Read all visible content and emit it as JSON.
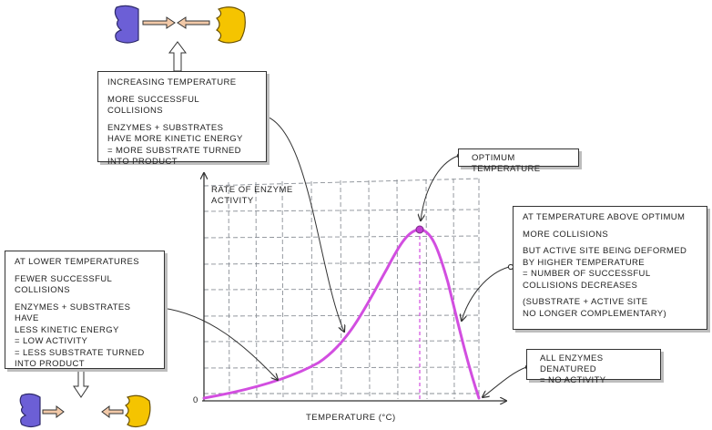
{
  "axes": {
    "y_label": "RATE OF ENZYME\nACTIVITY",
    "x_label": "TEMPERATURE (°C)",
    "origin": "0"
  },
  "boxes": {
    "increasing": {
      "title": "INCREASING TEMPERATURE",
      "line1": "MORE   SUCCESSFUL  COLLISIONS",
      "line2": "ENZYMES + SUBSTRATES\nHAVE  MORE  KINETIC  ENERGY\n= MORE  SUBSTRATE  TURNED\n   INTO  PRODUCT"
    },
    "lower": {
      "title": "AT  LOWER  TEMPERATURES",
      "line1": "FEWER  SUCCESSFUL\nCOLLISIONS",
      "line2": "ENZYMES + SUBSTRATES  HAVE\nLESS  KINETIC  ENERGY\n= LOW  ACTIVITY\n= LESS  SUBSTRATE  TURNED\n   INTO  PRODUCT"
    },
    "above": {
      "title": "AT  TEMPERATURE  ABOVE  OPTIMUM",
      "line1": "MORE    COLLISIONS",
      "line2": "BUT  ACTIVE  SITE  BEING  DEFORMED\nBY  HIGHER  TEMPERATURE\n= NUMBER  OF  SUCCESSFUL\nCOLLISIONS   DECREASES",
      "line3": "(SUBSTRATE  +  ACTIVE  SITE\nNO  LONGER  COMPLEMENTARY)"
    },
    "optimum": {
      "label": "OPTIMUM  TEMPERATURE"
    },
    "denatured": {
      "label": "ALL  ENZYMES  DENATURED\n= NO  ACTIVITY"
    }
  },
  "colors": {
    "curve": "#d24ee0",
    "enzyme": "#6c5fd6",
    "substrate": "#f5c400",
    "grid": "#8a8f96",
    "arrow": "#f2c9a8"
  },
  "icons": [
    "enzyme-icon",
    "substrate-icon",
    "arrow-right-icon",
    "arrow-left-icon",
    "arrow-up-icon",
    "arrow-down-icon"
  ]
}
